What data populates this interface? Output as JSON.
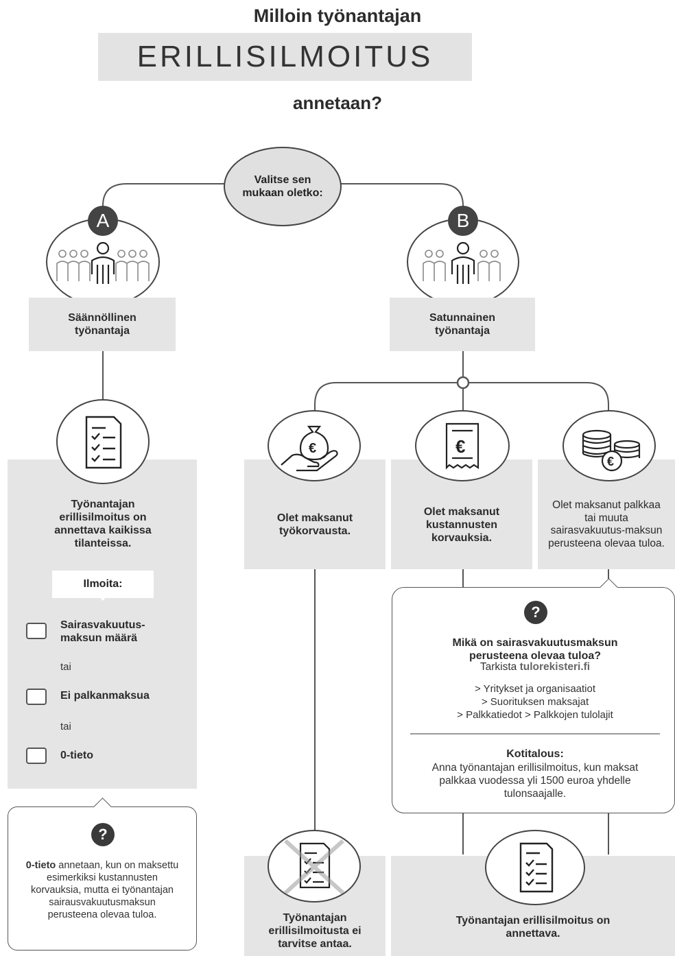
{
  "header": {
    "title_line1": "Milloin työnantajan",
    "banner": "ERILLISILMOITUS",
    "title_line3": "annetaan?"
  },
  "choose": "Valitse sen mukaan oletko:",
  "branch_a": {
    "badge": "A",
    "label": "Säännöllinen työnantaja",
    "statement": "Työnantajan erillisilmoitus on annettava kaikissa tilanteissa.",
    "ilmoita": "Ilmoita:",
    "options": [
      "Sairasvakuutus-maksun määrä",
      "Ei palkanmaksua",
      "0-tieto"
    ],
    "or_word": "tai",
    "note": {
      "badge": "?",
      "bold": "0-tieto",
      "text": " annetaan, kun on maksettu esimerkiksi kustannusten korvauksia, mutta ei työnantajan sairausvakuutusmaksun perusteena olevaa tuloa."
    }
  },
  "branch_b": {
    "badge": "B",
    "label": "Satunnainen työnantaja",
    "cases": [
      "Olet maksanut työkorvausta.",
      "Olet maksanut kustannusten korvauksia.",
      "Olet maksanut palkkaa tai muuta sairasvakuutus-maksun perusteena olevaa tuloa."
    ],
    "info": {
      "badge": "?",
      "question": "Mikä on sairasvakuutusmaksun perusteena olevaa tuloa?",
      "check_prefix": "Tarkista ",
      "check_link": "tulorekisteri.fi",
      "path1": "> Yritykset ja organisaatiot",
      "path2": "> Suorituksen maksajat",
      "path3": "> Palkkatiedot > Palkkojen tulolajit",
      "household_title": "Kotitalous:",
      "household_text": "Anna työnantajan erillisilmoitus, kun maksat palkkaa vuodessa yli 1500 euroa yhdelle tulonsaajalle."
    },
    "result_no": "Työnantajan erillisilmoitusta ei tarvitse antaa.",
    "result_yes": "Työnantajan erillisilmoitus on annettava."
  },
  "icons": {
    "people": "group-person-icon",
    "document": "checklist-document-icon",
    "money_bag": "money-bag-hand-icon",
    "receipt": "euro-receipt-icon",
    "coins": "coins-euro-icon",
    "doc_crossed": "crossed-document-icon"
  },
  "colors": {
    "box_grey": "#e5e5e5",
    "dark": "#444444",
    "line": "#555555"
  }
}
